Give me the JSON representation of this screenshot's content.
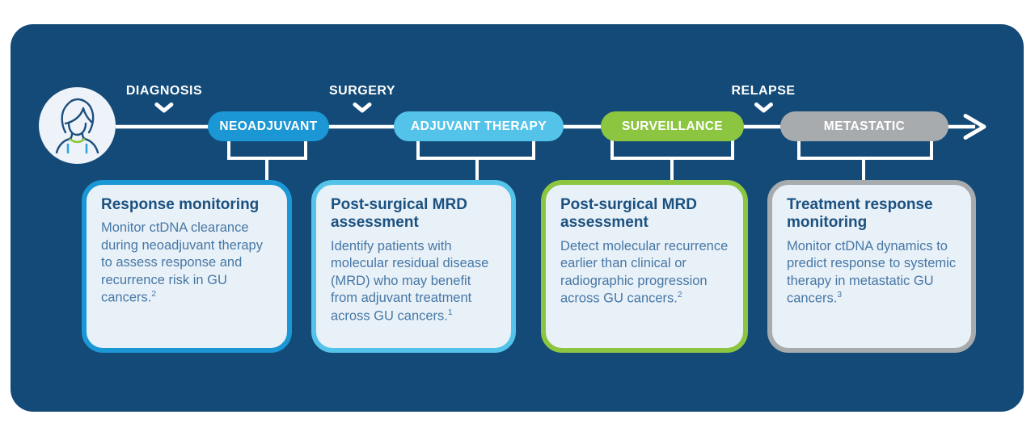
{
  "colors": {
    "panel_background": "#134a77",
    "neoadjuvant_blue": "#1a97d4",
    "adjuvant_light_blue": "#54c3e9",
    "surveillance_green": "#8cc640",
    "metastatic_gray": "#a8abae",
    "card_background": "#e9f1f8",
    "card_title_text": "#1b5180",
    "card_body_text": "#4677a5",
    "connector_line": "#ffffff",
    "avatar_collar_green": "#8cc640",
    "avatar_accent_blue": "#2ba7dd",
    "avatar_outline_navy": "#1d4f7e"
  },
  "timeline": {
    "milestones": [
      {
        "label": "DIAGNOSIS"
      },
      {
        "label": "SURGERY"
      },
      {
        "label": "RELAPSE"
      }
    ],
    "stages": [
      {
        "label": "NEOADJUVANT",
        "color": "#1a97d4"
      },
      {
        "label": "ADJUVANT THERAPY",
        "color": "#54c3e9"
      },
      {
        "label": "SURVEILLANCE",
        "color": "#8cc640"
      },
      {
        "label": "METASTATIC",
        "color": "#a8abae"
      }
    ]
  },
  "cards": [
    {
      "title": "Response monitoring",
      "body": "Monitor ctDNA clearance during neoadjuvant therapy to assess response and recurrence risk in GU cancers.",
      "citation": "2",
      "accent": "#1a97d4"
    },
    {
      "title": "Post-surgical MRD assessment",
      "body": "Identify patients with molecular residual disease (MRD) who may benefit from adjuvant treatment across GU cancers.",
      "citation": "1",
      "accent": "#54c3e9"
    },
    {
      "title": "Post-surgical MRD assessment",
      "body": "Detect molecular recurrence earlier than clinical or radiographic progression across GU cancers.",
      "citation": "2",
      "accent": "#8cc640"
    },
    {
      "title": "Treatment response monitoring",
      "body": "Monitor ctDNA dynamics to predict response to systemic therapy in metastatic GU cancers.",
      "citation": "3",
      "accent": "#a8abae"
    }
  ],
  "icons": {
    "patient": "patient-icon",
    "chevron": "chevron-down-icon",
    "arrow": "forward-arrow-icon"
  }
}
